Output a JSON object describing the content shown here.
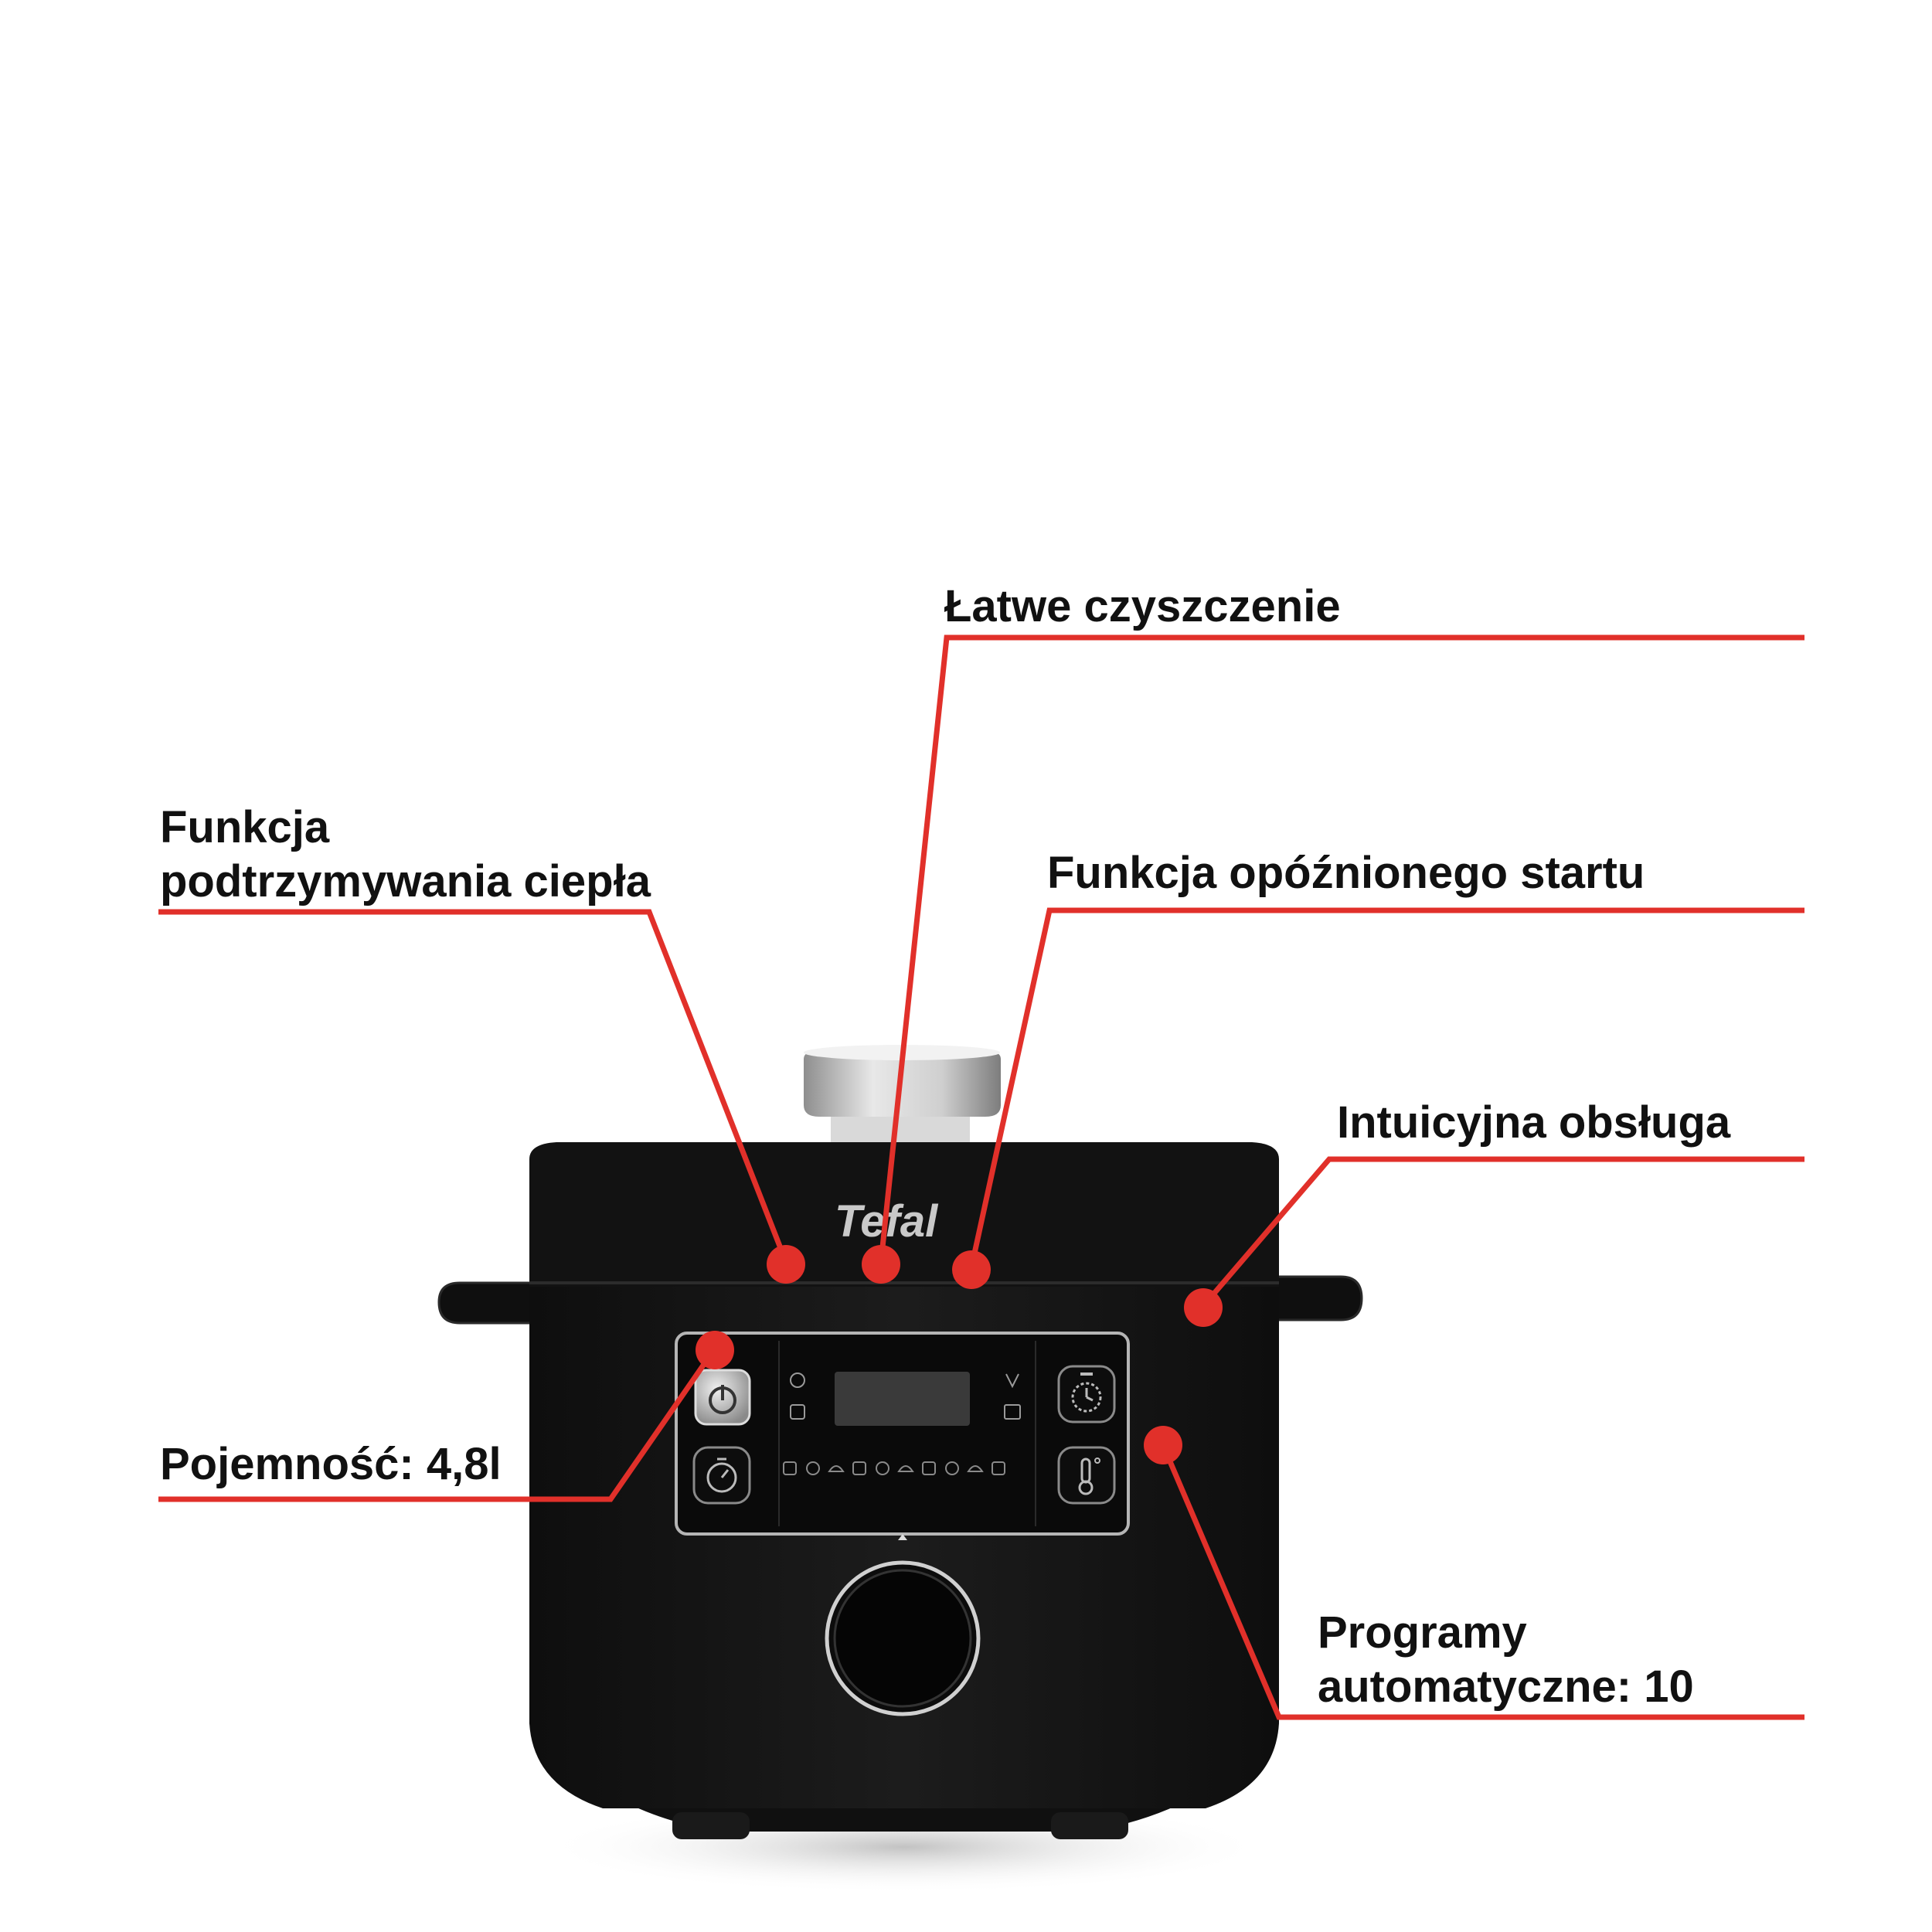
{
  "features": {
    "easy_cleaning": "Łatwe czyszczenie",
    "keep_warm_line1": "Funkcja",
    "keep_warm_line2": "podtrzymywania ciepła",
    "delayed_start": "Funkcja opóźnionego startu",
    "intuitive": "Intuicyjna obsługa",
    "capacity": "Pojemność: 4,8l",
    "programs_line1": "Programy",
    "programs_line2": "automatyczne: 10"
  },
  "product": {
    "brand": "Tefal"
  },
  "colors": {
    "accent": "#e1302a",
    "body": "#151515",
    "panel": "#0b0b0b",
    "trim": "#c9c9c9",
    "valve": "#bdbdbd"
  },
  "icons": [
    "power-icon",
    "timer-icon",
    "clock-icon",
    "thermometer-icon",
    "program-icons"
  ]
}
